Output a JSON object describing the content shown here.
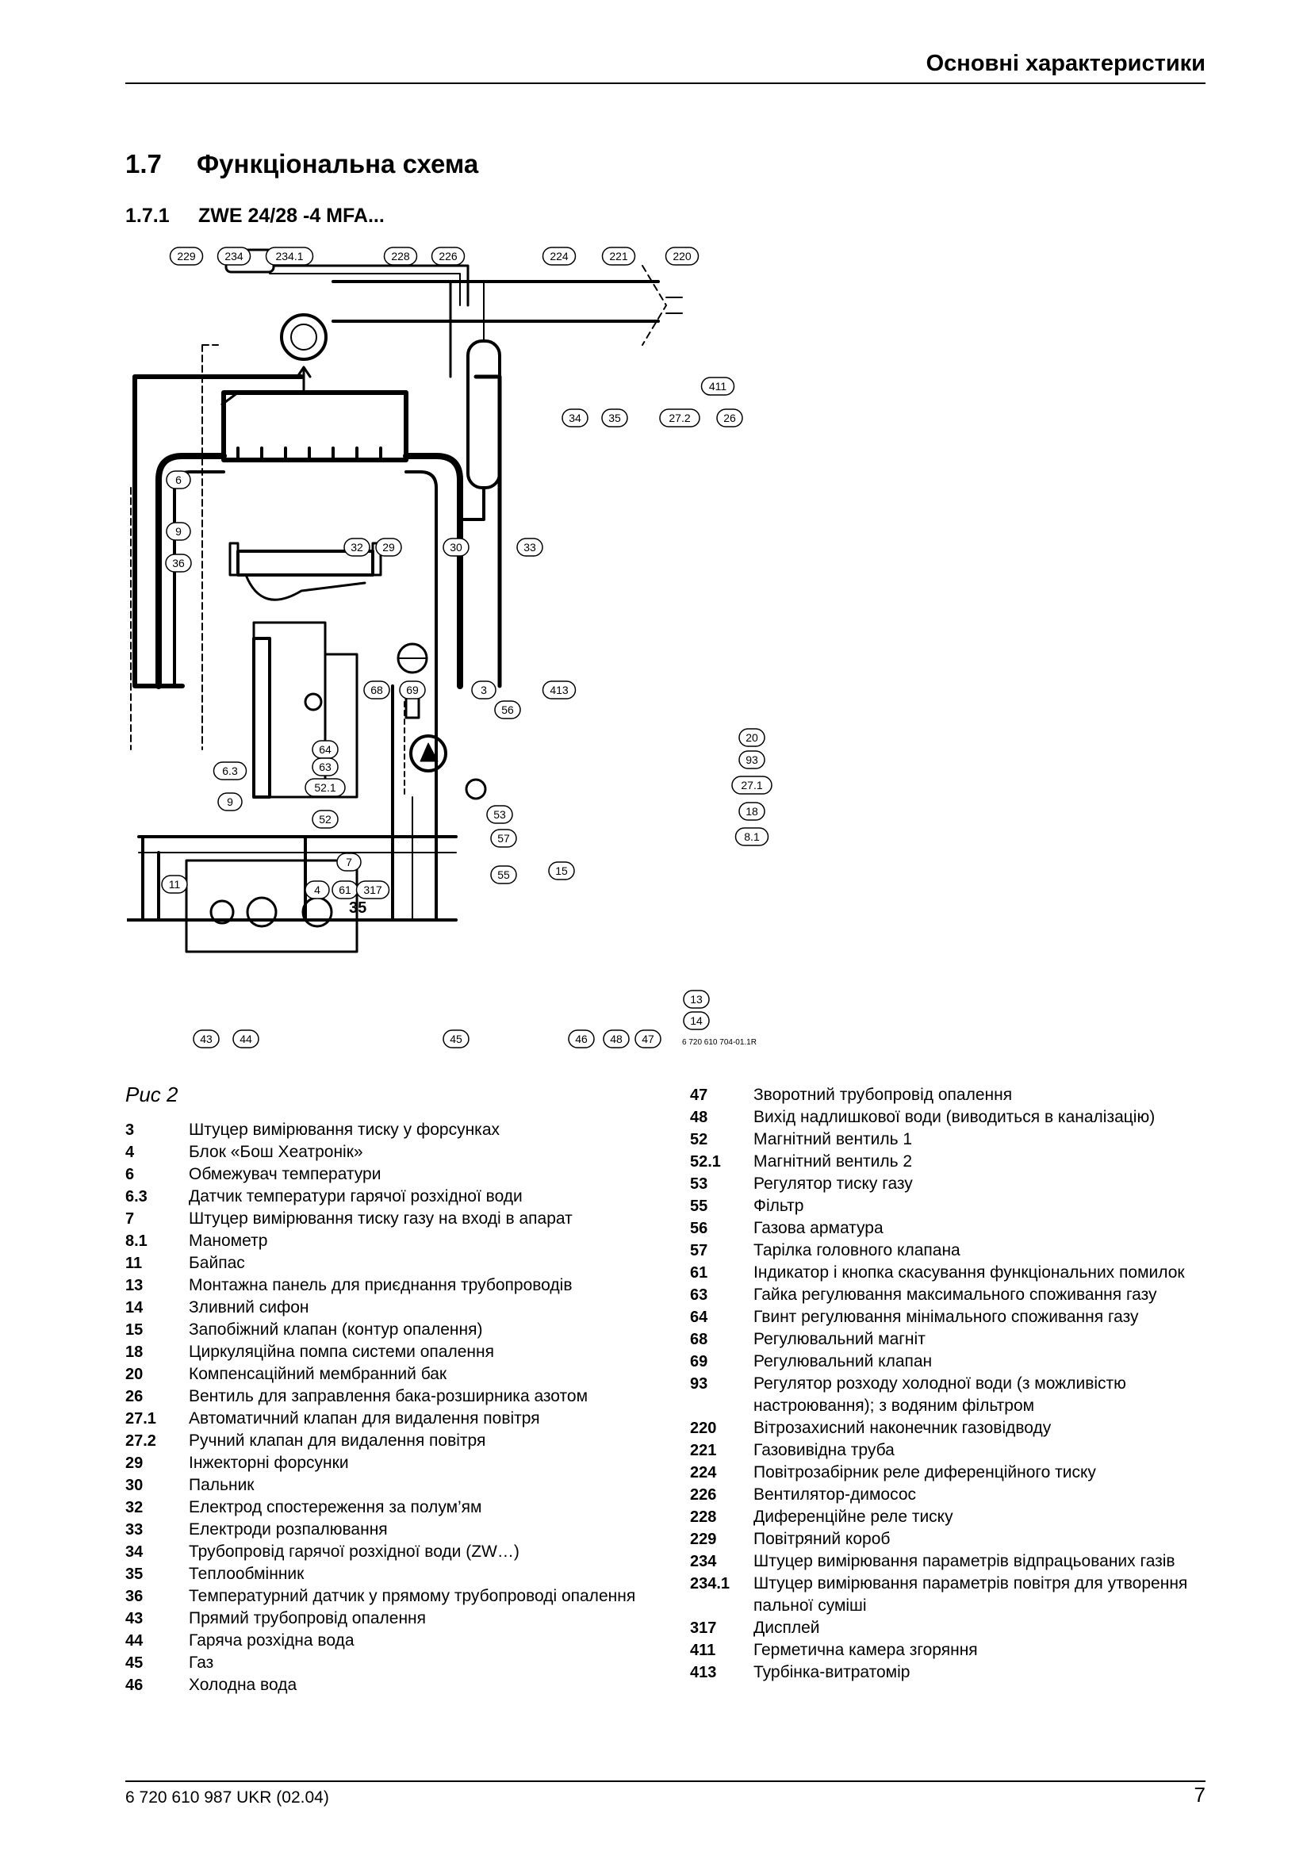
{
  "header": {
    "title": "Основні характеристики"
  },
  "section": {
    "number": "1.7",
    "title": "Функціональна схема"
  },
  "subsection": {
    "number": "1.7.1",
    "title": "ZWE 24/28 -4 MFA..."
  },
  "figure": {
    "label": "Рис 2",
    "code": "6 720 610 704-01.1R",
    "callouts": [
      "229",
      "234",
      "234.1",
      "228",
      "226",
      "224",
      "221",
      "220",
      "411",
      "34",
      "35",
      "27.2",
      "26",
      "6",
      "9",
      "36",
      "32",
      "29",
      "30",
      "33",
      "68",
      "69",
      "3",
      "413",
      "56",
      "64",
      "63",
      "52.1",
      "52",
      "53",
      "57",
      "55",
      "7",
      "6.3",
      "9",
      "11",
      "4",
      "61",
      "317",
      "20",
      "93",
      "27.1",
      "18",
      "8.1",
      "15",
      "13",
      "14",
      "43",
      "44",
      "45",
      "46",
      "48",
      "47"
    ],
    "display_value": "35"
  },
  "legend_left": [
    {
      "key": "3",
      "text": "Штуцер вимірювання тиску у форсунках"
    },
    {
      "key": "4",
      "text": "Блок «Бош Хеатронік»"
    },
    {
      "key": "6",
      "text": "Обмежувач температури"
    },
    {
      "key": "6.3",
      "text": "Датчик температури гарячої розхідної води"
    },
    {
      "key": "7",
      "text": "Штуцер вимірювання тиску газу на вході в апарат"
    },
    {
      "key": "8.1",
      "text": "Манометр"
    },
    {
      "key": "11",
      "text": "Байпас"
    },
    {
      "key": "13",
      "text": "Монтажна панель для приєднання трубопроводів"
    },
    {
      "key": "14",
      "text": "Зливний сифон"
    },
    {
      "key": "15",
      "text": "Запобіжний клапан (контур опалення)"
    },
    {
      "key": "18",
      "text": "Циркуляційна помпа системи опалення"
    },
    {
      "key": "20",
      "text": "Компенсаційний мембранний бак"
    },
    {
      "key": "26",
      "text": "Вентиль для заправлення бака-розширника азотом"
    },
    {
      "key": "27.1",
      "text": "Автоматичний клапан для видалення повітря"
    },
    {
      "key": "27.2",
      "text": "Ручний клапан для видалення повітря"
    },
    {
      "key": "29",
      "text": "Інжекторні форсунки"
    },
    {
      "key": "30",
      "text": "Пальник"
    },
    {
      "key": "32",
      "text": "Електрод спостереження за полум’ям"
    },
    {
      "key": "33",
      "text": "Електроди розпалювання"
    },
    {
      "key": "34",
      "text": "Трубопровід гарячої розхідної води (ZW…)"
    },
    {
      "key": "35",
      "text": "Теплообмінник"
    },
    {
      "key": "36",
      "text": "Температурний датчик у прямому трубопроводі опалення"
    },
    {
      "key": "43",
      "text": "Прямий трубопровід опалення"
    },
    {
      "key": "44",
      "text": "Гаряча розхідна вода"
    },
    {
      "key": "45",
      "text": "Газ"
    },
    {
      "key": "46",
      "text": "Холодна вода"
    }
  ],
  "legend_right": [
    {
      "key": "47",
      "text": "Зворотний трубопровід опалення"
    },
    {
      "key": "48",
      "text": "Вихід надлишкової води (виводиться в каналізацію)"
    },
    {
      "key": "52",
      "text": "Магнітний вентиль 1"
    },
    {
      "key": "52.1",
      "text": "Магнітний вентиль 2"
    },
    {
      "key": "53",
      "text": "Регулятор тиску газу"
    },
    {
      "key": "55",
      "text": "Фільтр"
    },
    {
      "key": "56",
      "text": "Газова арматура"
    },
    {
      "key": "57",
      "text": "Тарілка головного клапана"
    },
    {
      "key": "61",
      "text": "Індикатор і кнопка скасування функціональних помилок"
    },
    {
      "key": "63",
      "text": "Гайка регулювання максимального споживання газу"
    },
    {
      "key": "64",
      "text": "Гвинт регулювання мінімального споживання газу"
    },
    {
      "key": "68",
      "text": "Регулювальний магніт"
    },
    {
      "key": "69",
      "text": "Регулювальний клапан"
    },
    {
      "key": "93",
      "text": "Регулятор розходу холодної води (з можливістю настроювання); з водяним фільтром"
    },
    {
      "key": "220",
      "text": "Вітрозахисний наконечник газовідводу"
    },
    {
      "key": "221",
      "text": "Газовивідна труба"
    },
    {
      "key": "224",
      "text": "Повітрозабірник реле диференційного тиску"
    },
    {
      "key": "226",
      "text": "Вентилятор-димосос"
    },
    {
      "key": "228",
      "text": "Диференційне реле тиску"
    },
    {
      "key": "229",
      "text": "Повітряний короб"
    },
    {
      "key": "234",
      "text": "Штуцер вимірювання параметрів відпрацьованих газів"
    },
    {
      "key": "234.1",
      "text": "Штуцер вимірювання параметрів повітря для утворення пальної суміші"
    },
    {
      "key": "317",
      "text": "Дисплей"
    },
    {
      "key": "411",
      "text": "Герметична камера згоряння"
    },
    {
      "key": "413",
      "text": "Турбінка-витратомір"
    }
  ],
  "footer": {
    "doc_code": "6 720 610 987 UKR (02.04)",
    "page_number": "7"
  }
}
